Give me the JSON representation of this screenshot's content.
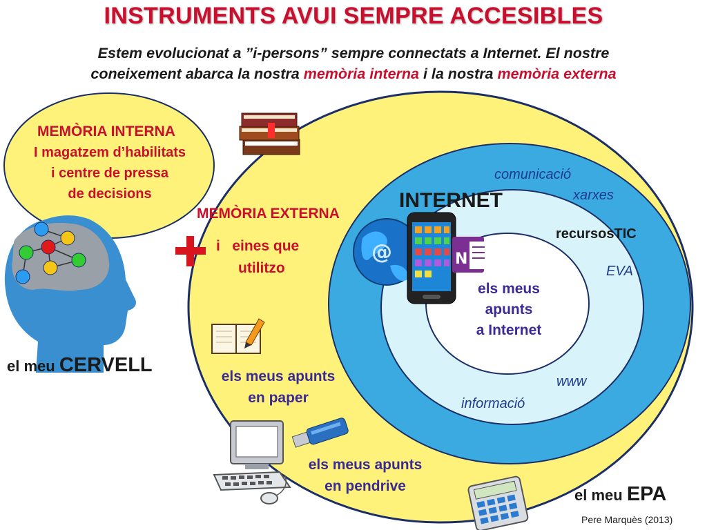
{
  "title": "INSTRUMENTS AVUI SEMPRE ACCESIBLES",
  "subtitle": {
    "line1": "Estem evolucionat a ”i-persons” sempre connectats a Internet. El nostre",
    "line2_a": "coneixement abarca la nostra ",
    "line2_b": "memòria interna",
    "line2_c": " i la nostra ",
    "line2_d": "memòria externa"
  },
  "internal": {
    "heading": "MEMÒRIA INTERNA",
    "line1": "I magatzem d’habilitats",
    "line2": "i centre de pressa",
    "line3": "de decisions"
  },
  "brain": {
    "prefix": "el meu ",
    "name": "CERVELL"
  },
  "plus": "+",
  "external": {
    "heading": "MEMÒRIA EXTERNA",
    "line1": "i   eines que",
    "line2": "utilitzo"
  },
  "internet_label": "INTERNET",
  "ring_words": {
    "comunicacio": "comunicació",
    "xarxes": "xarxes",
    "recursos": "recursosTIC",
    "eva": "EVA",
    "www": "www",
    "informacio": "informació"
  },
  "center": {
    "line1": "els meus",
    "line2": "apunts",
    "line3": "a Internet"
  },
  "paper": {
    "line1": "els meus apunts",
    "line2": "en paper"
  },
  "pendrive": {
    "line1": "els meus apunts",
    "line2": "en pendrive"
  },
  "epa": {
    "prefix": "el meu ",
    "name": "EPA"
  },
  "credit": "Pere Marquès (2013)",
  "colors": {
    "title_red": "#c8102e",
    "yellow": "#fef27a",
    "blue_ring": "#3aaae0",
    "light_ring": "#d9f3fb",
    "text_blue": "#1f3b8f",
    "text_purple": "#3a2a96"
  },
  "icons": [
    "books-icon",
    "brain-head-icon",
    "globe-icon",
    "smartphone-icon",
    "onenote-icon",
    "notebook-pencil-icon",
    "computer-icon",
    "usb-pendrive-icon",
    "calculator-icon"
  ]
}
